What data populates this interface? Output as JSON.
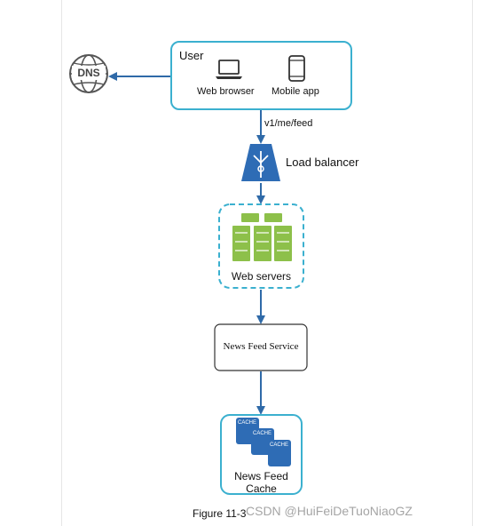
{
  "diagram": {
    "user_box": {
      "title": "User",
      "clients": [
        {
          "label": "Web browser",
          "icon": "laptop-icon"
        },
        {
          "label": "Mobile app",
          "icon": "mobile-phone-icon"
        }
      ]
    },
    "dns": {
      "label": "DNS",
      "icon": "globe-icon"
    },
    "request_path": "v1/me/feed",
    "load_balancer": {
      "label": "Load balancer",
      "icon": "load-balancer-icon"
    },
    "web_servers": {
      "label": "Web servers",
      "icon": "server-rack-icon"
    },
    "news_feed_service": {
      "label": "News Feed Service"
    },
    "news_feed_cache": {
      "label_line1": "News Feed",
      "label_line2": "Cache",
      "cache_chips": [
        "CACHE",
        "CACHE",
        "CACHE"
      ]
    },
    "caption": "Figure 11-3",
    "watermark": "CSDN @HuiFeiDeTuoNiaoGZ"
  },
  "colors": {
    "teal_border": "#3bb0cf",
    "arrow": "#2f6aa8",
    "load_balancer": "#2e6cb5",
    "server_green": "#8dc04a",
    "cache_blue": "#2e6cb5",
    "icon_gray": "#555555"
  }
}
